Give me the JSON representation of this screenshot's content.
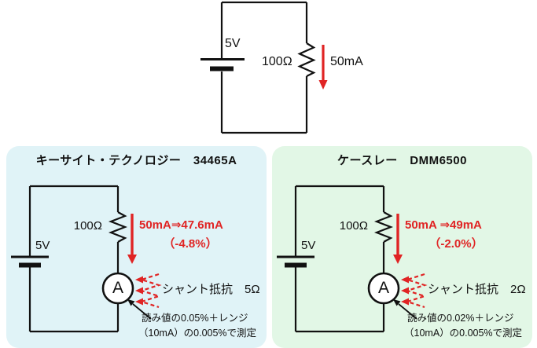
{
  "figure": {
    "type": "circuit-measurement-comparison"
  },
  "main_circuit": {
    "voltage": "5V",
    "resistance": "100Ω",
    "current": "50mA"
  },
  "panels": [
    {
      "title": "キーサイト・テクノロジー　34465A",
      "voltage": "5V",
      "resistance": "100Ω",
      "ammeter_label": "A",
      "result_line1": "50mA⇒47.6mA",
      "result_line2": "（-4.8%）",
      "shunt_label": "シャント抵抗　5Ω",
      "note_line1": "読み値の0.05%＋レンジ",
      "note_line2": "（10mA）の0.005%で測定",
      "bg_color": "#e0f3f7"
    },
    {
      "title": "ケースレー　DMM6500",
      "voltage": "5V",
      "resistance": "100Ω",
      "ammeter_label": "A",
      "result_line1": "50mA ⇒49mA",
      "result_line2": "（-2.0%）",
      "shunt_label": "シャント抵抗　2Ω",
      "note_line1": "読み値の0.02%＋レンジ",
      "note_line2": "（10mA）の0.005%で測定",
      "bg_color": "#e2f7e6"
    }
  ],
  "colors": {
    "accent_red": "#e02424",
    "wire_black": "#111111",
    "panel_left_bg": "#e0f3f7",
    "panel_right_bg": "#e2f7e6",
    "canvas_bg": "#ffffff"
  }
}
